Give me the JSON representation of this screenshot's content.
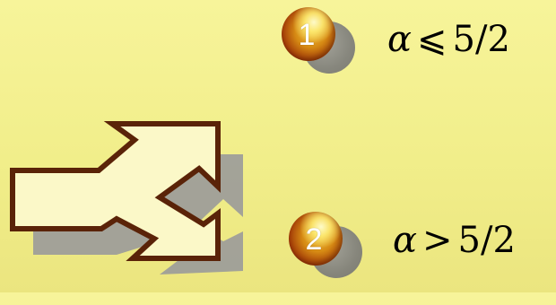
{
  "options": [
    {
      "number": "1",
      "variable": "α",
      "relation": "⩽",
      "threshold": "5/2"
    },
    {
      "number": "2",
      "variable": "α",
      "relation": ">",
      "threshold": "5/2"
    }
  ],
  "colors": {
    "background_top": "#f7f49a",
    "background_bottom": "#ebe57f",
    "arrow_fill": "#fbf8c8",
    "arrow_stroke": "#5a2308",
    "arrow_shadow": "#9a9a9a",
    "ball_highlight": "#f0c03a",
    "ball_dark": "#6d1603"
  },
  "icons": {
    "branch": "fork-arrow-icon",
    "marker": "numbered-ball-icon"
  }
}
